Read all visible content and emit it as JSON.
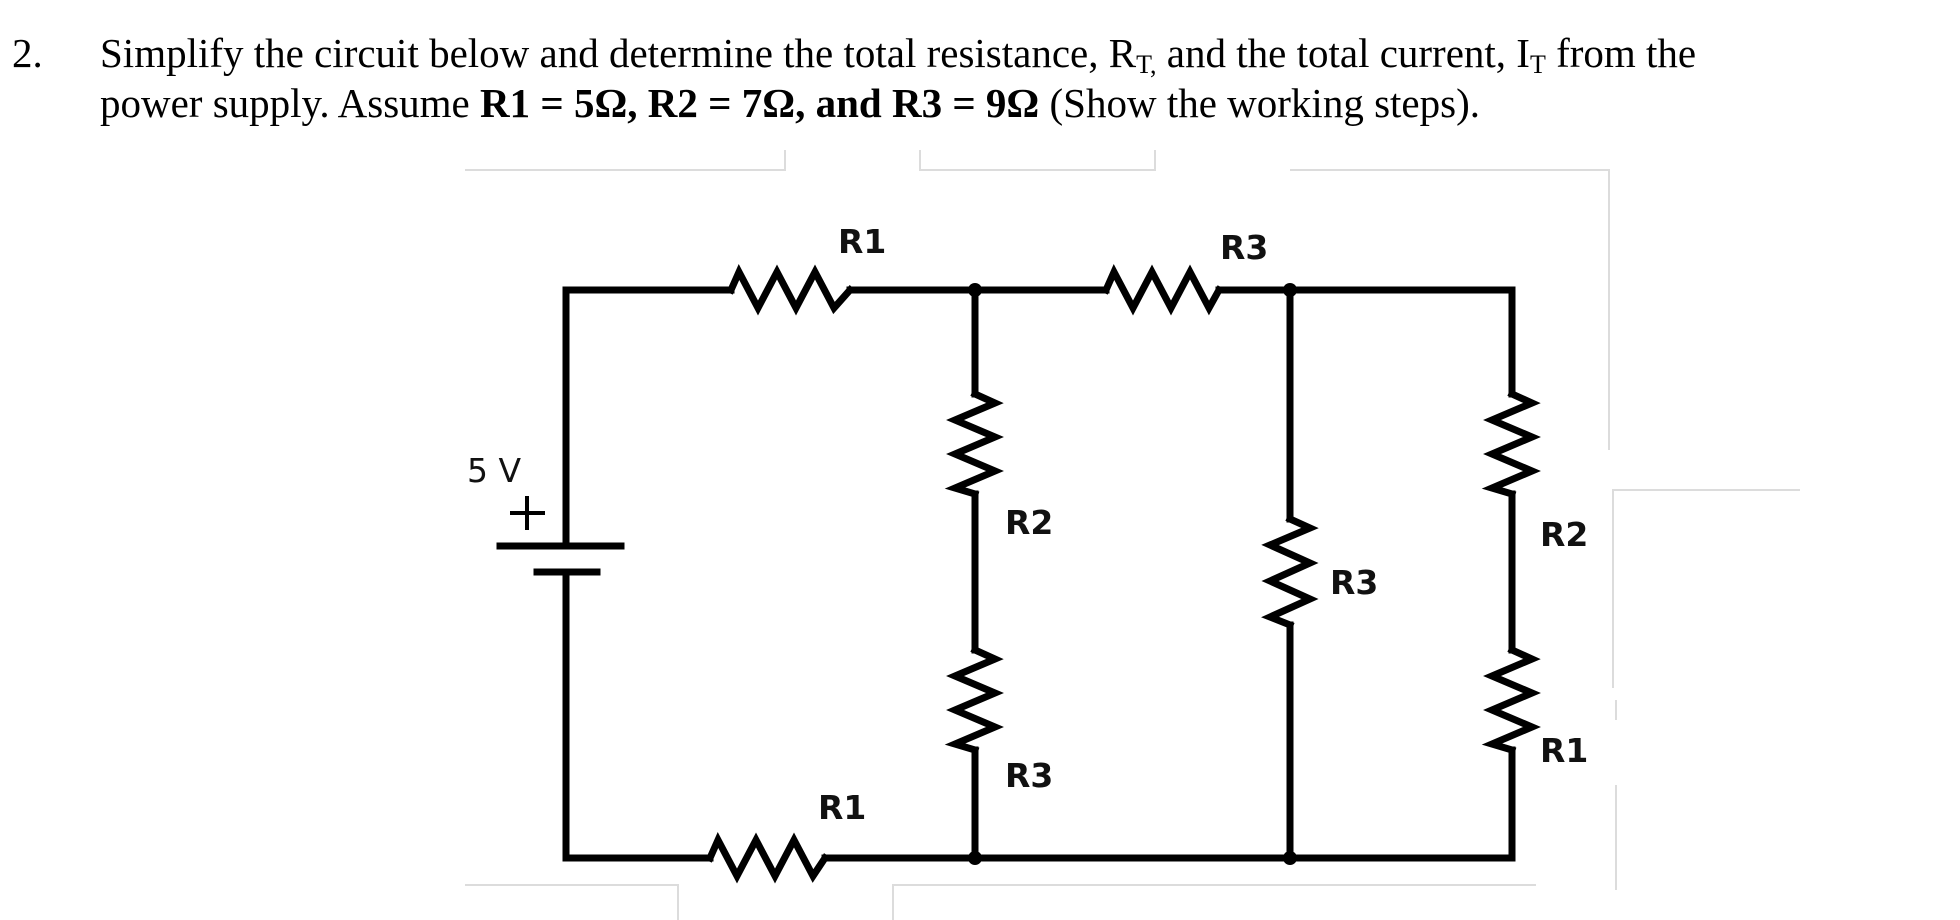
{
  "question": {
    "number": "2.",
    "line1_pre": "Simplify the circuit below and determine the total resistance, R",
    "line1_sub1": "T,",
    "line1_mid": " and the total current, I",
    "line1_sub2": "T",
    "line1_post": " from the",
    "line2_pre": "power supply. Assume ",
    "line2_bold": "R1 = 5Ω, R2 = 7Ω, and R3 = 9Ω",
    "line2_post": " (Show the working steps)."
  },
  "circuit": {
    "source": {
      "voltage_label": "5 V",
      "polarity_label": "+"
    },
    "resistor_labels": {
      "top_left": "R1",
      "top_right": "R3",
      "mid_upper": "R2",
      "mid_lower": "R3",
      "right_inner": "R3",
      "right_outer_upper": "R2",
      "right_outer_lower": "R1",
      "bottom": "R1"
    },
    "values": {
      "R1": "5Ω",
      "R2": "7Ω",
      "R3": "9Ω"
    },
    "wire_color": "#000000"
  }
}
